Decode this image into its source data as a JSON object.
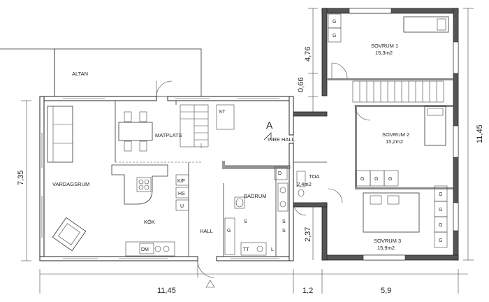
{
  "plan": {
    "rooms": {
      "altan": "ALTAN",
      "vardagsrum": "VARDAGSRUM",
      "matplats": "MATPLATS",
      "kok": "KÖK",
      "hall": "HALL",
      "badrum": "BADRUM",
      "inre_hall": "INRE HALL",
      "toa": "TOA",
      "toa_area": "2,4m2",
      "st": "ST",
      "sovrum1": "SOVRUM 1",
      "sovrum1_area": "15,3m2",
      "sovrum2": "SOVRUM 2",
      "sovrum2_area": "15,2m2",
      "sovrum3": "SOVRUM 3",
      "sovrum3_area": "15,9m2"
    },
    "section_marker": "A",
    "fixtures": {
      "kf": "K/F",
      "hs": "HS",
      "u": "U",
      "dm": "DM",
      "d": "D",
      "g": "G",
      "s": "S",
      "tt": "TT",
      "l": "L"
    },
    "dimensions": {
      "bottom_main": "11,45",
      "bottom_mid": "1,2",
      "bottom_right": "5,9",
      "left_height": "7,35",
      "right_height": "11,45",
      "top_wing_a": "4,76",
      "top_wing_b": "0,66",
      "lower_wing": "2,37"
    }
  }
}
